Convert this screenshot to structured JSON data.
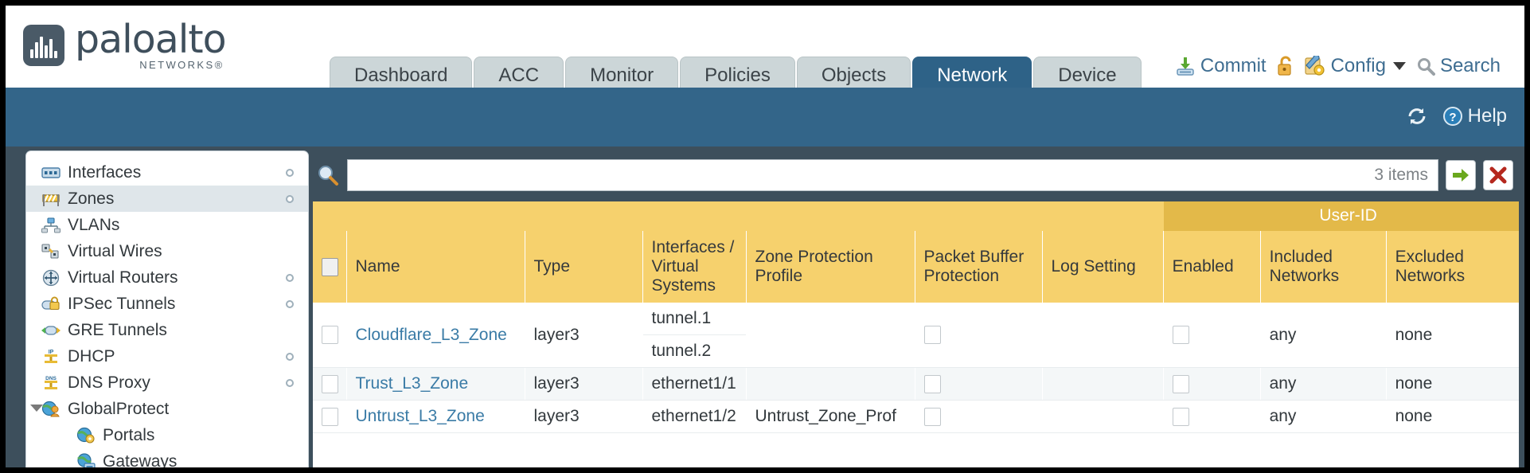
{
  "brand": {
    "name": "paloalto",
    "sub": "NETWORKS®",
    "logo_icon": "paloalto-logo-icon"
  },
  "nav": {
    "tabs": [
      {
        "label": "Dashboard",
        "active": false
      },
      {
        "label": "ACC",
        "active": false
      },
      {
        "label": "Monitor",
        "active": false
      },
      {
        "label": "Policies",
        "active": false
      },
      {
        "label": "Objects",
        "active": false
      },
      {
        "label": "Network",
        "active": true
      },
      {
        "label": "Device",
        "active": false
      }
    ]
  },
  "topactions": {
    "commit": "Commit",
    "commit_icon": "commit-download-icon",
    "lock_icon": "padlock-unlocked-icon",
    "config": "Config",
    "config_icon": "config-wrench-icon",
    "config_caret": "chevron-down-icon",
    "search": "Search",
    "search_icon": "search-magnifier-icon"
  },
  "blueband": {
    "refresh_icon": "refresh-icon",
    "help": "Help",
    "help_icon": "help-question-icon"
  },
  "sidebar": {
    "items": [
      {
        "label": "Interfaces",
        "icon": "interfaces-icon",
        "selected": false,
        "child": false,
        "dot": true,
        "expander": false
      },
      {
        "label": "Zones",
        "icon": "zones-icon",
        "selected": true,
        "child": false,
        "dot": true,
        "expander": false
      },
      {
        "label": "VLANs",
        "icon": "vlans-icon",
        "selected": false,
        "child": false,
        "dot": false,
        "expander": false
      },
      {
        "label": "Virtual Wires",
        "icon": "virtual-wires-icon",
        "selected": false,
        "child": false,
        "dot": false,
        "expander": false
      },
      {
        "label": "Virtual Routers",
        "icon": "virtual-routers-icon",
        "selected": false,
        "child": false,
        "dot": true,
        "expander": false
      },
      {
        "label": "IPSec Tunnels",
        "icon": "ipsec-tunnels-icon",
        "selected": false,
        "child": false,
        "dot": true,
        "expander": false
      },
      {
        "label": "GRE Tunnels",
        "icon": "gre-tunnels-icon",
        "selected": false,
        "child": false,
        "dot": false,
        "expander": false
      },
      {
        "label": "DHCP",
        "icon": "dhcp-icon",
        "selected": false,
        "child": false,
        "dot": true,
        "expander": false
      },
      {
        "label": "DNS Proxy",
        "icon": "dns-proxy-icon",
        "selected": false,
        "child": false,
        "dot": true,
        "expander": false
      },
      {
        "label": "GlobalProtect",
        "icon": "globalprotect-icon",
        "selected": false,
        "child": false,
        "dot": false,
        "expander": true
      },
      {
        "label": "Portals",
        "icon": "portals-icon",
        "selected": false,
        "child": true,
        "dot": false,
        "expander": false
      },
      {
        "label": "Gateways",
        "icon": "gateways-icon",
        "selected": false,
        "child": true,
        "dot": false,
        "expander": false
      }
    ]
  },
  "filter": {
    "search_icon": "search-magnifier-icon",
    "value": "",
    "placeholder": "",
    "item_count": "3 items",
    "apply_icon": "apply-filter-arrow-icon",
    "clear_icon": "clear-filter-x-icon"
  },
  "table": {
    "group_header": {
      "label": "User-ID",
      "span": 3
    },
    "columns": [
      {
        "key": "check",
        "label": ""
      },
      {
        "key": "name",
        "label": "Name"
      },
      {
        "key": "type",
        "label": "Type"
      },
      {
        "key": "ifaces",
        "label": "Interfaces / Virtual Systems"
      },
      {
        "key": "zpp",
        "label": "Zone Protection Profile"
      },
      {
        "key": "pbp",
        "label": "Packet Buffer Protection"
      },
      {
        "key": "logset",
        "label": "Log Setting"
      },
      {
        "key": "enabled",
        "label": "Enabled"
      },
      {
        "key": "incl",
        "label": "Included Networks"
      },
      {
        "key": "excl",
        "label": "Excluded Networks"
      }
    ],
    "rows": [
      {
        "selected": false,
        "name": "Cloudflare_L3_Zone",
        "type": "layer3",
        "interfaces": [
          "tunnel.1",
          "tunnel.2"
        ],
        "zone_protection_profile": "",
        "packet_buffer_protection": false,
        "log_setting": "",
        "userid_enabled": false,
        "included_networks": "any",
        "excluded_networks": "none"
      },
      {
        "selected": false,
        "name": "Trust_L3_Zone",
        "type": "layer3",
        "interfaces": [
          "ethernet1/1"
        ],
        "zone_protection_profile": "",
        "packet_buffer_protection": false,
        "log_setting": "",
        "userid_enabled": false,
        "included_networks": "any",
        "excluded_networks": "none"
      },
      {
        "selected": false,
        "name": "Untrust_L3_Zone",
        "type": "layer3",
        "interfaces": [
          "ethernet1/2"
        ],
        "zone_protection_profile": "Untrust_Zone_Prof",
        "packet_buffer_protection": false,
        "log_setting": "",
        "userid_enabled": false,
        "included_networks": "any",
        "excluded_networks": "none"
      }
    ]
  },
  "colors": {
    "brand_blue": "#336589",
    "tab_active": "#2e6287",
    "tab_inactive": "#ccd6d8",
    "table_header_gold": "#f6d16d",
    "group_header_gold": "#e3b949",
    "link_blue": "#3a7ba6",
    "content_bg": "#3d4f5c"
  }
}
